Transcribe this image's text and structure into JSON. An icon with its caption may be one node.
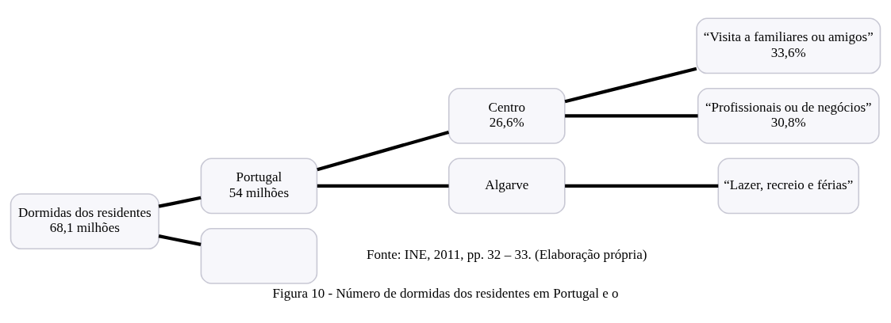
{
  "diagram": {
    "caption": "Figura 10 - Número de dormidas dos residentes em Portugal e o",
    "nodes": [
      {
        "text": [
          "Dormidas dos residentes",
          "68,1 milhões"
        ]
      },
      {
        "text": [
          "Portugal",
          "54 milhões"
        ]
      },
      {
        "text": [],
        "shape": "box"
      },
      {
        "text": [
          "Centro",
          "26,6%"
        ]
      },
      {
        "text": [
          "Algarve"
        ]
      },
      {
        "text": [
          "“Visita a familiares ou amigos”",
          "33,6%"
        ]
      },
      {
        "text": [
          "“Profissionais ou de negócios”",
          "30,8%"
        ]
      },
      {
        "text": [
          "“Lazer, recreio e férias”"
        ]
      }
    ],
    "edges": [
      {
        "from": 0,
        "to": 1,
        "arrow": "none"
      },
      {
        "from": 0,
        "to": 2,
        "arrow": "none"
      },
      {
        "from": 1,
        "to": 3,
        "arrow": "none"
      },
      {
        "from": 1,
        "to": 4,
        "arrow": "none"
      },
      {
        "from": 3,
        "to": 5,
        "arrow": "none"
      },
      {
        "from": 3,
        "to": 6,
        "arrow": "none"
      },
      {
        "from": 4,
        "to": 7,
        "arrow": "none"
      }
    ],
    "labels": [
      "Fonte: INE, 2011, pp. 32 – 33. (Elaboração própria)"
    ]
  }
}
